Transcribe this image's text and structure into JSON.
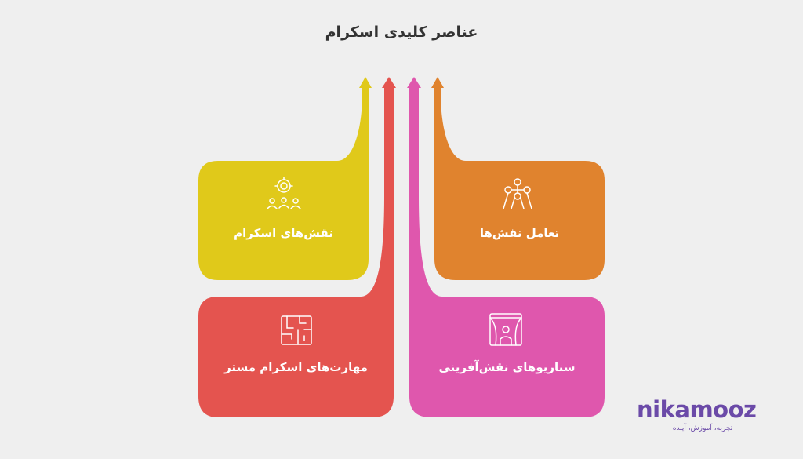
{
  "title": "عناصر کلیدی اسکرام",
  "cards": [
    {
      "label": "نقش‌های اسکرام",
      "color": "#e0c91a",
      "icon": "team-roles-icon"
    },
    {
      "label": "تعامل نقش‌ها",
      "color": "#e0832e",
      "icon": "network-people-icon"
    },
    {
      "label": "مهارت‌های اسکرام مستر",
      "color": "#e4544f",
      "icon": "maze-icon"
    },
    {
      "label": "سناریوهای نقش‌آفرینی",
      "color": "#df57ad",
      "icon": "theater-stage-icon"
    }
  ],
  "logo": {
    "word": "nikamooz",
    "tagline": "تجربه، آموزش، آینده"
  }
}
